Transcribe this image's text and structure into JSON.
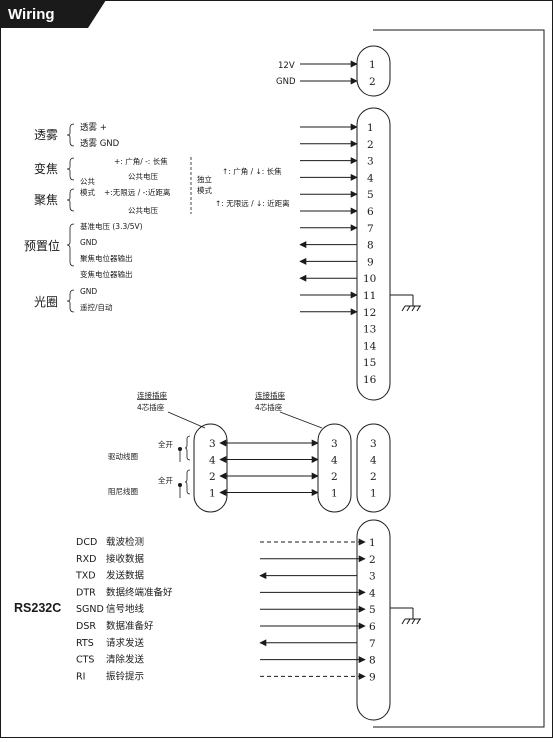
{
  "header": {
    "title": "Wiring"
  },
  "power": {
    "labels": [
      "12V",
      "GND"
    ],
    "pins": [
      "1",
      "2"
    ]
  },
  "main_connector": {
    "pins": [
      "1",
      "2",
      "3",
      "4",
      "5",
      "6",
      "7",
      "8",
      "9",
      "10",
      "11",
      "12",
      "13",
      "14",
      "15",
      "16"
    ]
  },
  "groups": {
    "defog": {
      "title": "透雾",
      "items": [
        "透雾 +",
        "透雾 GND"
      ]
    },
    "zoom": {
      "title": "变焦",
      "line1": "+: 广角/ -: 长焦"
    },
    "focus": {
      "title": "聚焦",
      "line1": "+:无限远 / -:近距离"
    },
    "common_mode": {
      "line1": "公共",
      "line2": "模式"
    },
    "common_voltage": [
      "公共电压",
      "公共电压"
    ],
    "independent_mode": {
      "line1": "独立",
      "line2": "模式"
    },
    "independent_zoom": "↑: 广角 / ↓: 长焦",
    "independent_focus": "↑: 无限远 / ↓: 近距离",
    "preset": {
      "title": "预置位",
      "items": [
        "基准电压 (3.3/5V)",
        "GND",
        "聚焦电位器输出",
        "变焦电位器输出"
      ]
    },
    "iris": {
      "title": "光圈",
      "items": [
        "GND",
        "遥控/自动"
      ]
    }
  },
  "coil_section": {
    "left_header": [
      "连接插座",
      "4芯插座"
    ],
    "right_header": [
      "连接插座",
      "4芯插座"
    ],
    "drive_coil": "驱动线圈",
    "damping_coil": "阻尼线圈",
    "full_open": [
      "全开",
      "全开"
    ],
    "pins": [
      "3",
      "4",
      "2",
      "1"
    ]
  },
  "rs232": {
    "title": "RS232C",
    "signals": [
      {
        "code": "DCD",
        "desc": "载波检测",
        "pin": "1"
      },
      {
        "code": "RXD",
        "desc": "接收数据",
        "pin": "2"
      },
      {
        "code": "TXD",
        "desc": "发送数据",
        "pin": "3"
      },
      {
        "code": "DTR",
        "desc": "数据终端准备好",
        "pin": "4"
      },
      {
        "code": "SGND",
        "desc": "信号地线",
        "pin": "5"
      },
      {
        "code": "DSR",
        "desc": "数据准备好",
        "pin": "6"
      },
      {
        "code": "RTS",
        "desc": "请求发送",
        "pin": "7"
      },
      {
        "code": "CTS",
        "desc": "清除发送",
        "pin": "8"
      },
      {
        "code": "RI",
        "desc": "振铃提示",
        "pin": "9"
      }
    ]
  }
}
